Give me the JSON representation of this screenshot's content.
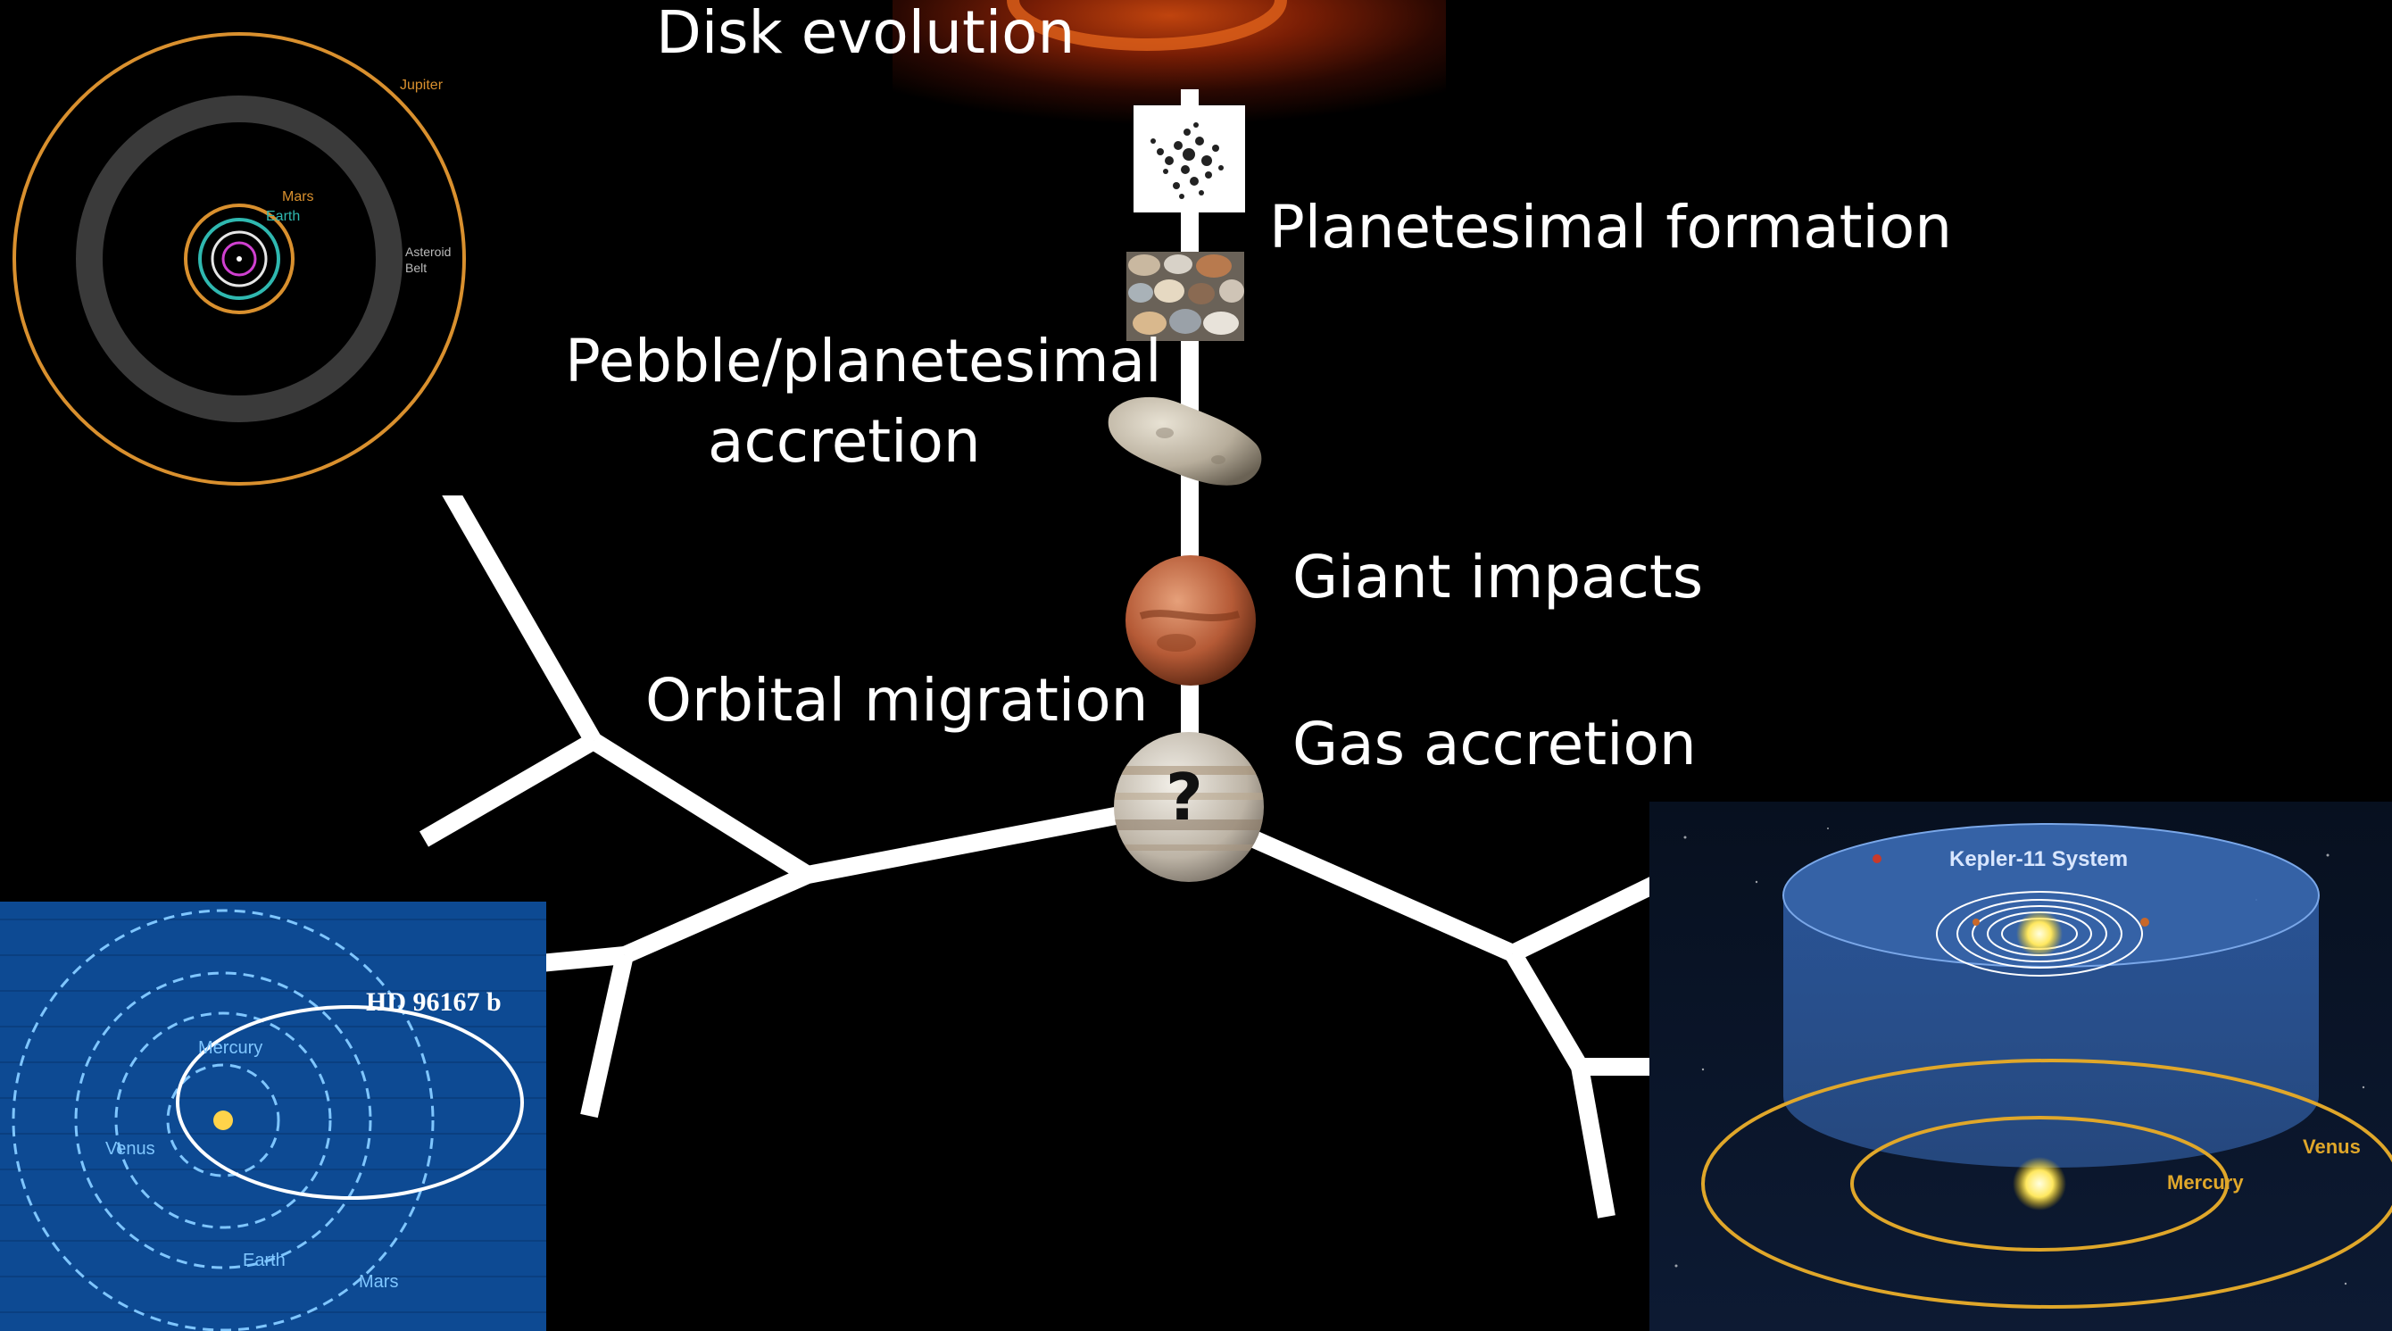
{
  "labels": {
    "disk_evolution": "Disk evolution",
    "planetesimal_formation": "Planetesimal formation",
    "pebble_accretion_line1": "Pebble/planetesimal",
    "pebble_accretion_line2": "accretion",
    "giant_impacts": "Giant impacts",
    "orbital_migration": "Orbital migration",
    "gas_accretion": "Gas accretion",
    "question_mark": "?"
  },
  "solar_system_panel": {
    "jupiter": "Jupiter",
    "mars": "Mars",
    "earth": "Earth",
    "asteroid_belt_line1": "Asteroid",
    "asteroid_belt_line2": "Belt"
  },
  "hd_panel": {
    "title": "HD 96167 b",
    "mercury": "Mercury",
    "venus": "Venus",
    "earth": "Earth",
    "mars": "Mars"
  },
  "kepler_panel": {
    "title": "Kepler-11 System",
    "venus": "Venus",
    "mercury": "Mercury"
  },
  "colors": {
    "background": "#000000",
    "branch": "#ffffff",
    "orbit_orange": "#d9902e",
    "hd_background": "#0d4a93",
    "kepler_blue": "#5c8fd6"
  }
}
